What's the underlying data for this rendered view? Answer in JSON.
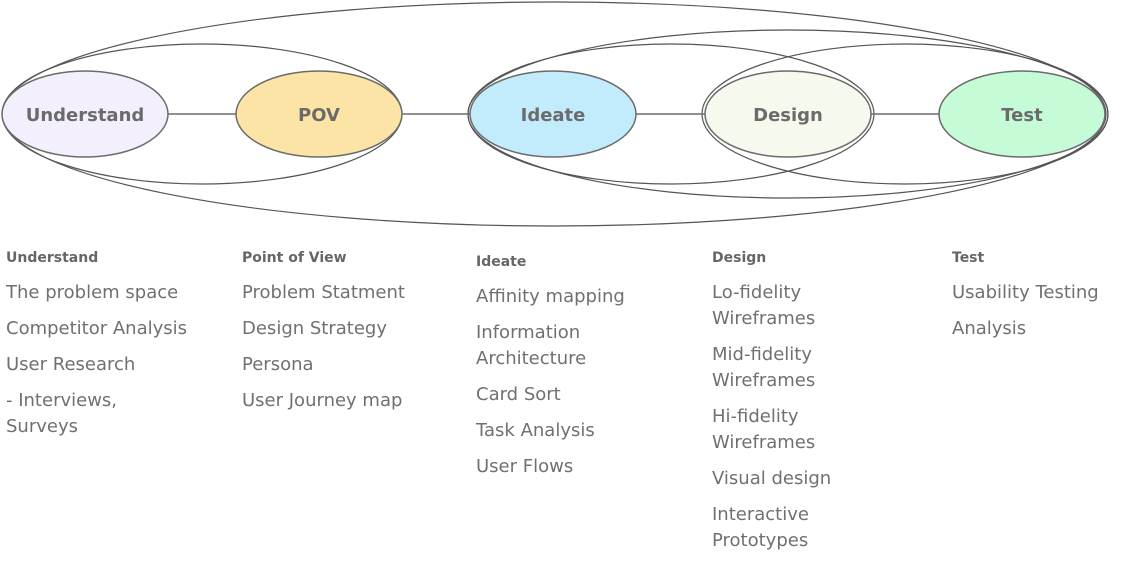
{
  "nodes": [
    {
      "id": "understand",
      "label": "Understand",
      "fill": "#f3effc"
    },
    {
      "id": "pov",
      "label": "POV",
      "fill": "#fbe4a6"
    },
    {
      "id": "ideate",
      "label": "Ideate",
      "fill": "#c2ecfb"
    },
    {
      "id": "design",
      "label": "Design",
      "fill": "#f6f9ee"
    },
    {
      "id": "test",
      "label": "Test",
      "fill": "#c6fbd8"
    }
  ],
  "colors": {
    "stroke": "#6b6b6b",
    "loop": "#555555"
  },
  "columns": {
    "understand": {
      "title": "Understand",
      "items": [
        "The problem space",
        "Competitor Analysis",
        "User Research",
        "- Interviews,\nSurveys"
      ]
    },
    "pov": {
      "title": "Point of View",
      "items": [
        "Problem Statment",
        "Design Strategy",
        "Persona",
        "User Journey map"
      ]
    },
    "ideate": {
      "title": "Ideate",
      "items": [
        "Affinity mapping",
        "Information Architecture",
        "Card Sort",
        "Task Analysis",
        "User Flows"
      ]
    },
    "design": {
      "title": "Design",
      "items": [
        "Lo-fidelity Wireframes",
        "Mid-fidelity Wireframes",
        "Hi-fidelity Wireframes",
        "Visual design",
        "Interactive Prototypes"
      ]
    },
    "test": {
      "title": "Test",
      "items": [
        "Usability Testing",
        "Analysis"
      ]
    }
  }
}
